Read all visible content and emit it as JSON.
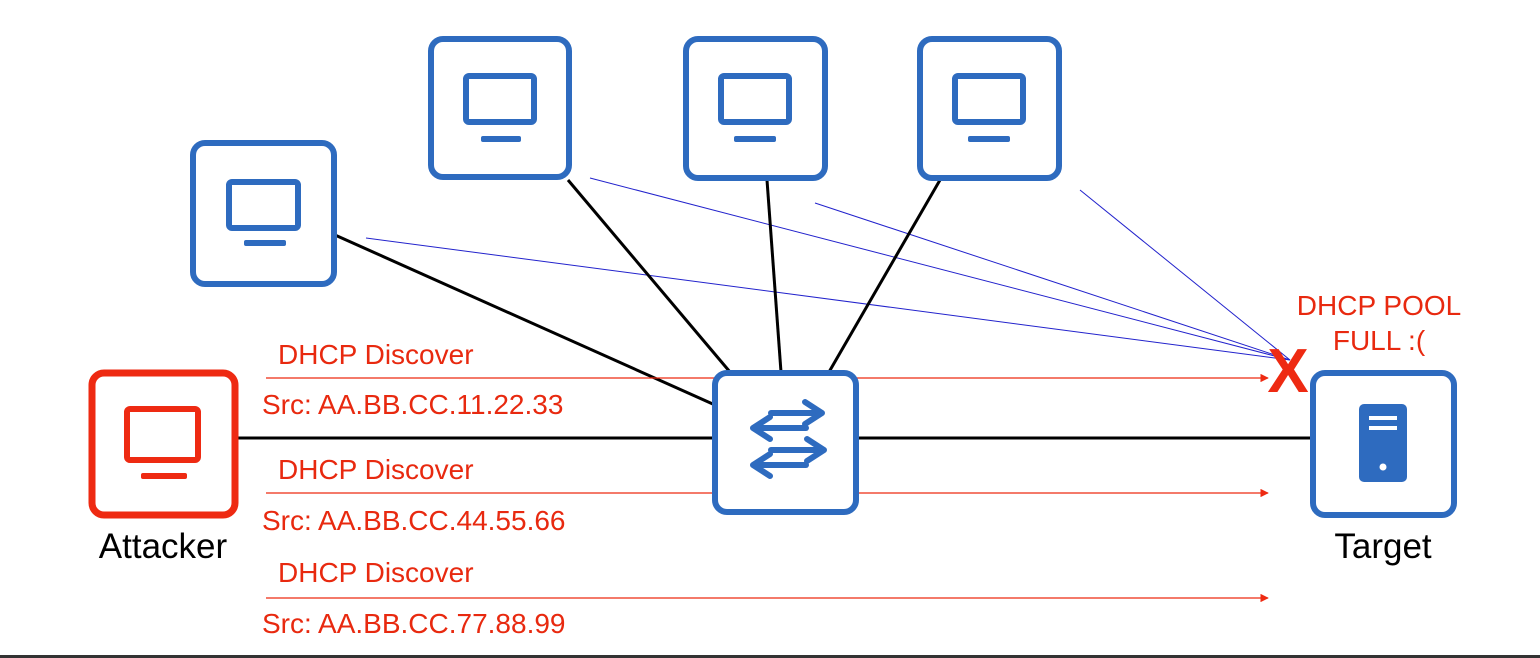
{
  "colors": {
    "device_blue": "#2e6bbf",
    "attacker_red": "#ee2a12",
    "text_red": "#e8290f",
    "link_black": "#000000",
    "flow_blue": "#2222cc"
  },
  "nodes": {
    "attacker": {
      "label": "Attacker",
      "icon": "monitor-icon"
    },
    "target": {
      "label": "Target",
      "icon": "server-icon"
    },
    "switch": {
      "icon": "switch-arrows-icon"
    },
    "clients": [
      {
        "icon": "monitor-icon"
      },
      {
        "icon": "monitor-icon"
      },
      {
        "icon": "monitor-icon"
      },
      {
        "icon": "monitor-icon"
      }
    ]
  },
  "messages": [
    {
      "title": "DHCP Discover",
      "src": "Src: AA.BB.CC.11.22.33"
    },
    {
      "title": "DHCP Discover",
      "src": "Src: AA.BB.CC.44.55.66"
    },
    {
      "title": "DHCP Discover",
      "src": "Src: AA.BB.CC.77.88.99"
    }
  ],
  "pool_status": {
    "line1": "DHCP POOL",
    "line2": "FULL :("
  },
  "blocked_marker": "X"
}
